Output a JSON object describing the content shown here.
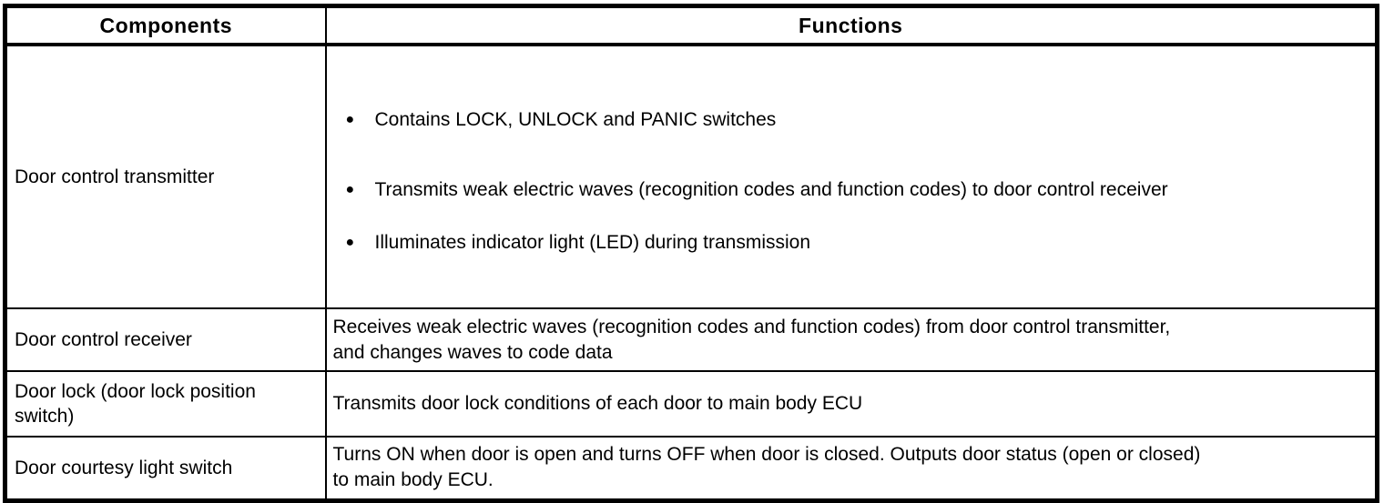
{
  "icons": {
    "bullet": "●"
  },
  "colors": {
    "border": "#000000",
    "text": "#000000",
    "background": "#ffffff"
  },
  "table": {
    "headers": {
      "components": "Components",
      "functions": "Functions"
    },
    "rows": [
      {
        "component": "Door control transmitter",
        "bullets": [
          "Contains LOCK, UNLOCK and PANIC switches",
          "Transmits weak electric waves (recognition codes and function codes) to door control receiver",
          "Illuminates indicator light (LED) during transmission"
        ]
      },
      {
        "component": "Door control receiver",
        "text": "Receives weak electric waves (recognition codes and function codes) from door control transmitter,\nand changes waves to code data"
      },
      {
        "component": "Door lock (door lock position\nswitch)",
        "text": "Transmits door lock conditions of each door to main body ECU"
      },
      {
        "component": "Door courtesy light switch",
        "text": "Turns ON when door is open and turns OFF when door is closed. Outputs door status (open or closed)\nto main body ECU."
      }
    ]
  }
}
